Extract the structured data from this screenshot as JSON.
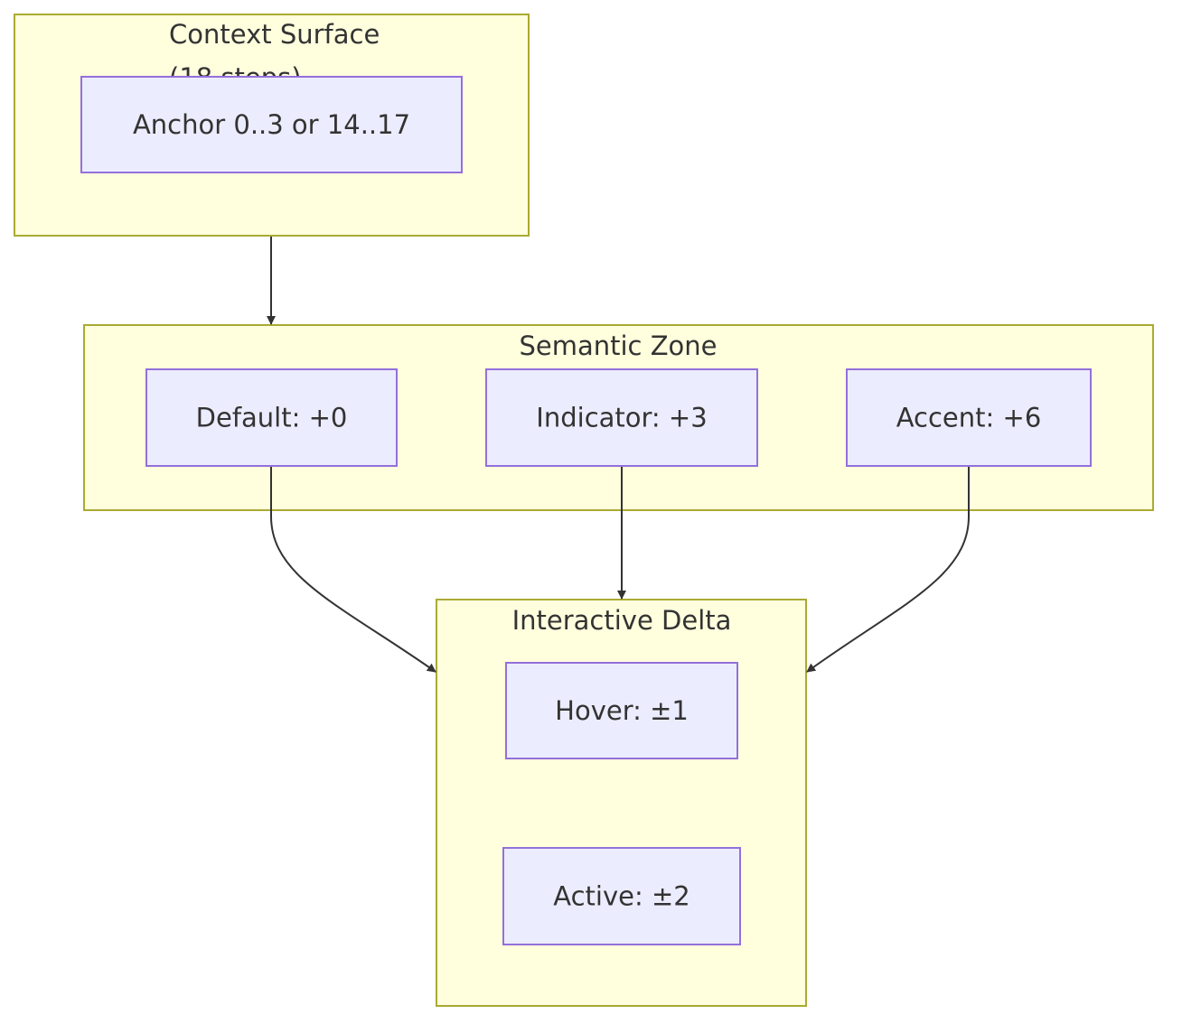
{
  "clusters": {
    "context": {
      "title": "Context Surface",
      "subtitle": "(18 steps)"
    },
    "semantic": {
      "title": "Semantic Zone"
    },
    "interactive": {
      "title": "Interactive Delta"
    }
  },
  "nodes": {
    "anchor": "Anchor 0..3 or 14..17",
    "default": "Default: +0",
    "indicator": "Indicator: +3",
    "accent": "Accent: +6",
    "hover": "Hover: ±1",
    "active": "Active: ±2"
  },
  "colors": {
    "cluster_fill": "#ffffde",
    "cluster_stroke": "#aaaa33",
    "node_fill": "#ececff",
    "node_stroke": "#9370db",
    "edge": "#333333",
    "text": "#333333"
  }
}
